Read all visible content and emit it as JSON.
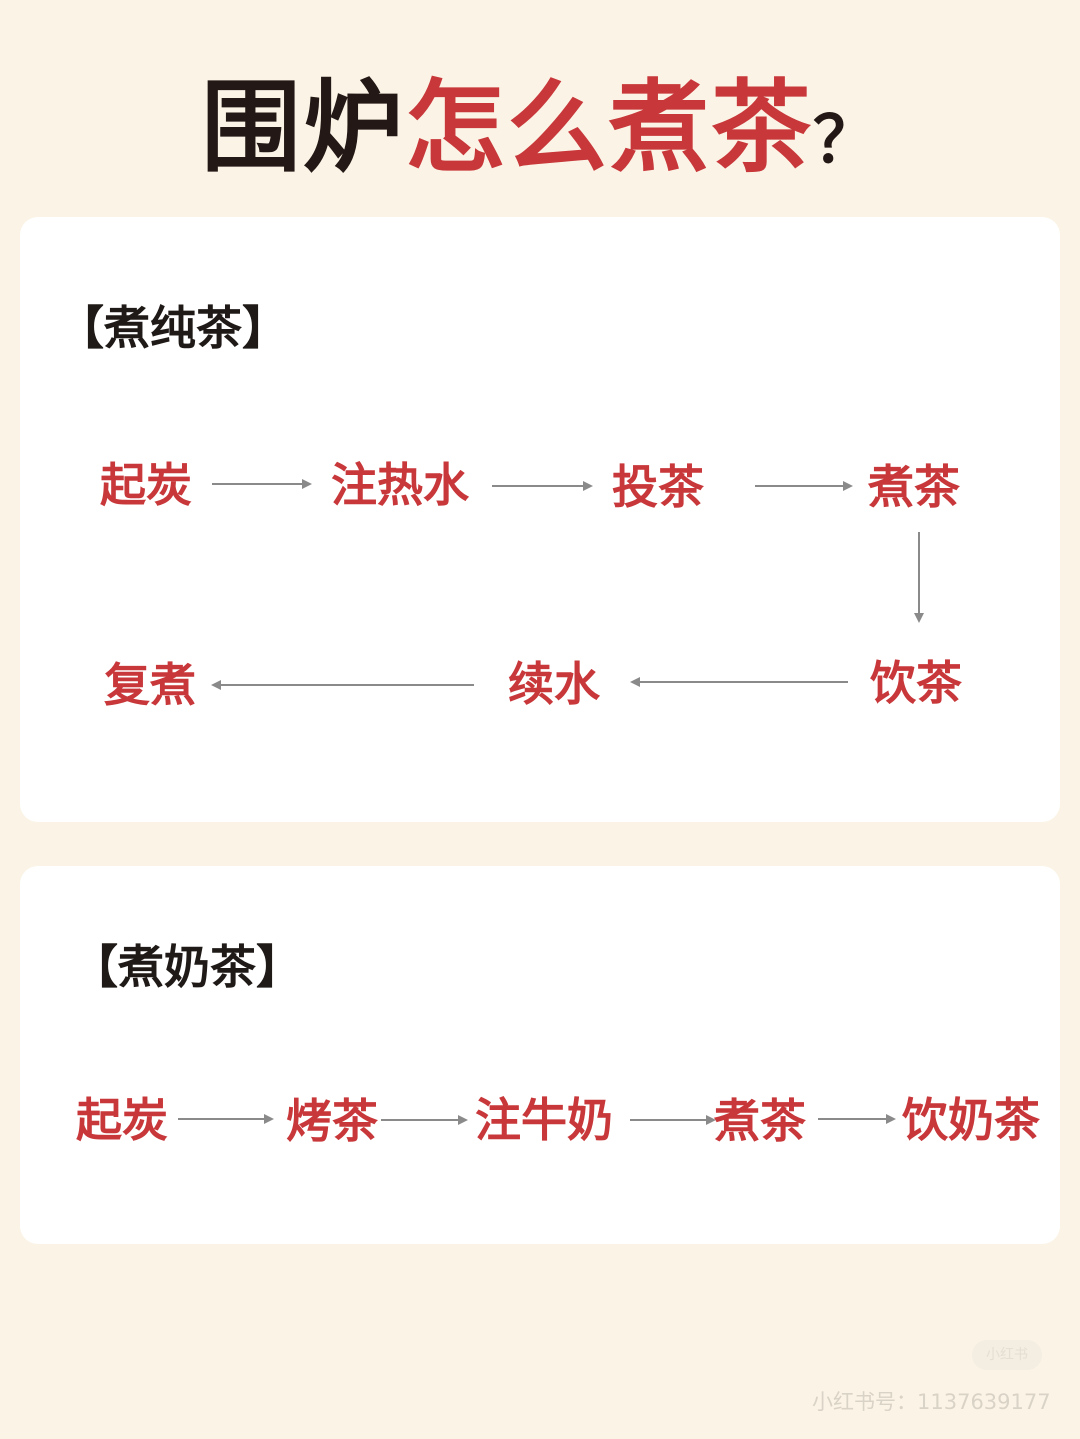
{
  "title": {
    "part1": "围炉",
    "part2": "怎么煮茶",
    "part3": "？"
  },
  "colors": {
    "background": "#fbf4e6",
    "card": "#ffffff",
    "accent_red": "#c8373a",
    "text_dark": "#231815",
    "arrow_gray": "#8a8a8a"
  },
  "pure_tea": {
    "heading": "【煮纯茶】",
    "steps": [
      "起炭",
      "注热水",
      "投茶",
      "煮茶",
      "饮茶",
      "续水",
      "复煮"
    ]
  },
  "milk_tea": {
    "heading": "【煮奶茶】",
    "steps": [
      "起炭",
      "烤茶",
      "注牛奶",
      "煮茶",
      "饮奶茶"
    ]
  },
  "watermark": {
    "badge": "小红书",
    "text": "小红书号：1137639177"
  }
}
